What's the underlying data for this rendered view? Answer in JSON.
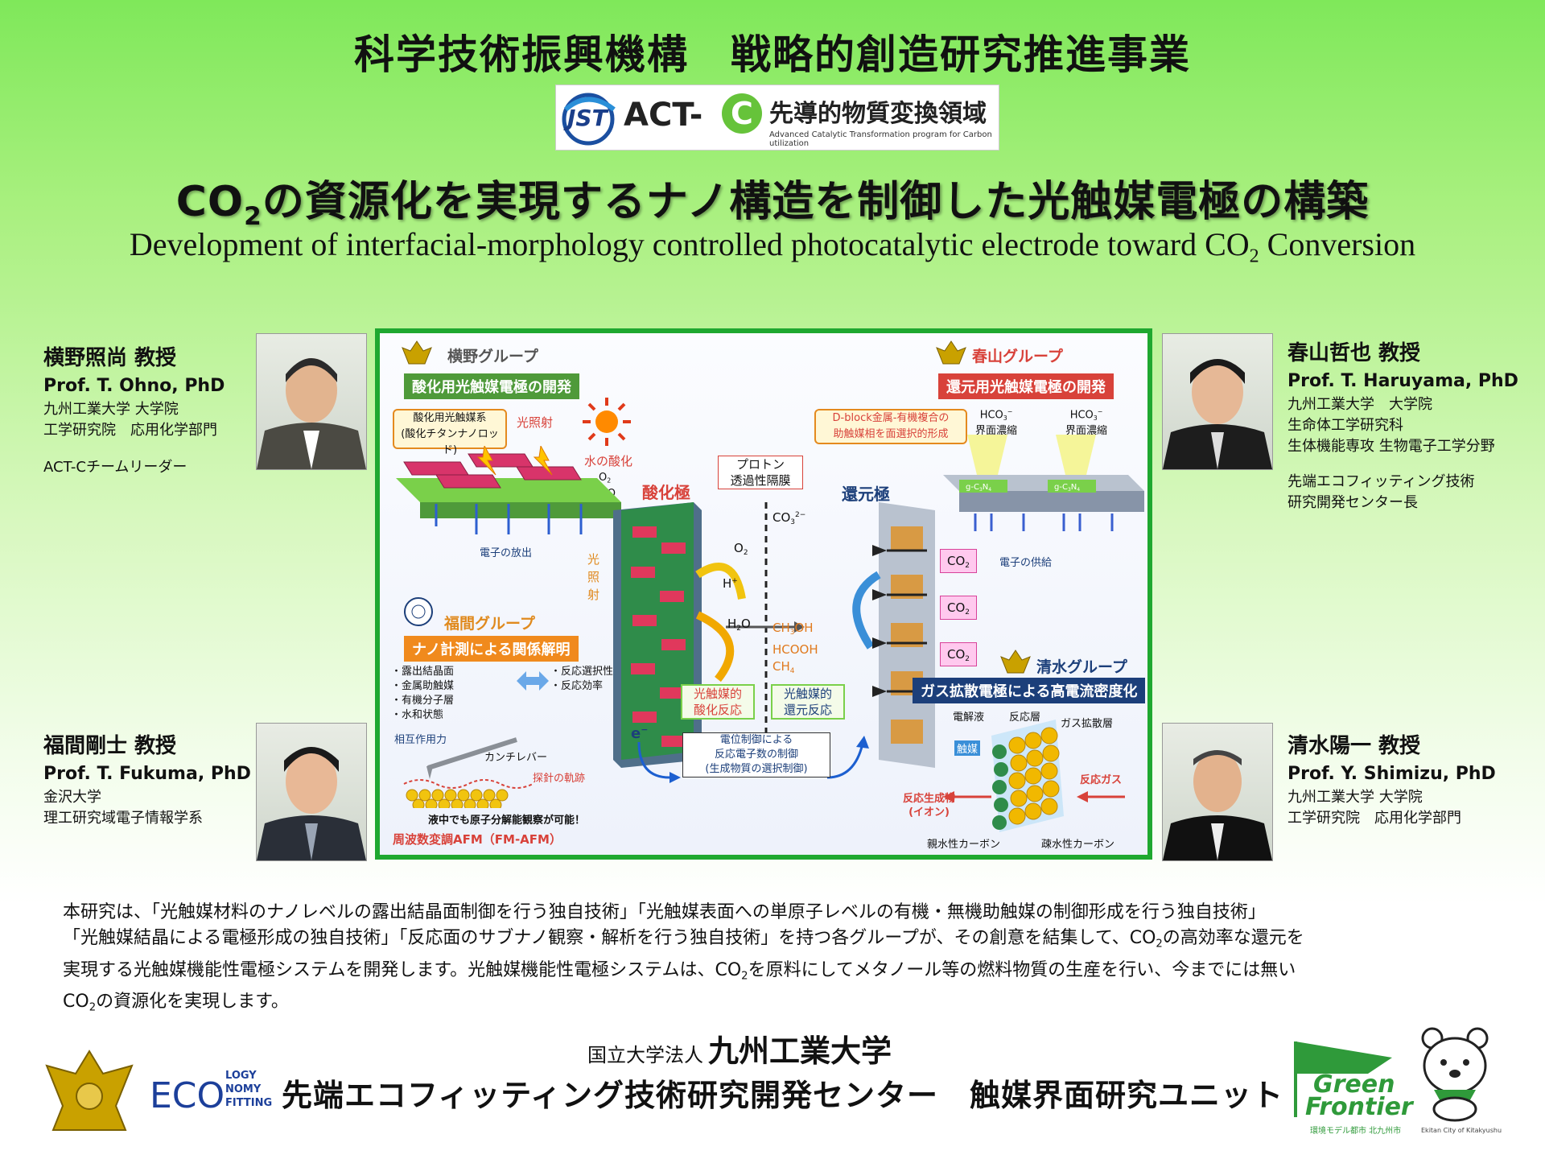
{
  "header": {
    "org": "科学技術振興機構　戦略的創造研究推進事業",
    "logo": {
      "jst": "JST",
      "act": "ACT-",
      "c": "C",
      "jp": "先導的物質変換領域",
      "en": "Advanced Catalytic Transformation program for Carbon utilization"
    },
    "title_jp_a": "CO",
    "title_jp_sub": "2",
    "title_jp_b": "の資源化を実現するナノ構造を制御した光触媒電極の構築",
    "title_en_a": "Development of interfacial-morphology controlled photocatalytic electrode toward CO",
    "title_en_sub": "2",
    "title_en_b": " Conversion"
  },
  "people": [
    {
      "name": "横野照尚 教授",
      "en": "Prof. T. Ohno, PhD",
      "aff1": "九州工業大学 大学院",
      "aff2": "工学研究院　応用化学部門",
      "aff3": "",
      "note": "ACT-Cチームリーダー",
      "note2": ""
    },
    {
      "name": "春山哲也 教授",
      "en": "Prof. T. Haruyama, PhD",
      "aff1": "九州工業大学　大学院",
      "aff2": "生命体工学研究科",
      "aff3": "生体機能専攻 生物電子工学分野",
      "note": "先端エコフィッティング技術",
      "note2": "研究開発センター長"
    },
    {
      "name": "福間剛士 教授",
      "en": "Prof. T. Fukuma, PhD",
      "aff1": "金沢大学",
      "aff2": "理工研究域電子情報学系",
      "aff3": "",
      "note": "",
      "note2": ""
    },
    {
      "name": "清水陽一 教授",
      "en": "Prof. Y. Shimizu, PhD",
      "aff1": "九州工業大学 大学院",
      "aff2": "工学研究院　応用化学部門",
      "aff3": "",
      "note": "",
      "note2": ""
    }
  ],
  "diagram": {
    "yokono_group": "横野グループ",
    "yokono_bar": "酸化用光触媒電極の開発",
    "ox_catalyst_1": "酸化用光触媒系",
    "ox_catalyst_2": "(酸化チタンナノロッド)",
    "light_1": "光照射",
    "water_ox": "水の酸化",
    "o2_top": "O",
    "h2o_top": "H",
    "e_release": "電子の放出",
    "proton_1": "プロトン",
    "proton_2": "透過性隔膜",
    "anode": "酸化極",
    "cathode": "還元極",
    "light_v": [
      "光",
      "照",
      "射"
    ],
    "o2": "O",
    "hplus": "H",
    "h2o": "H",
    "co3": "CO",
    "products": [
      "CH",
      "HCOOH",
      "CH"
    ],
    "photo_ox_1": "光触媒的",
    "photo_ox_2": "酸化反応",
    "photo_red_1": "光触媒的",
    "photo_red_2": "還元反応",
    "electron": "e",
    "control_1": "電位制御による",
    "control_2": "反応電子数の制御",
    "control_3": "(生成物質の選択制御)",
    "haruyama_group": "春山グループ",
    "haruyama_bar": "還元用光触媒電極の開発",
    "dblock_1": "D-block金属-有機複合の",
    "dblock_2": "助触媒相を面選択的形成",
    "hco3_a": "HCO",
    "hco3_b": "界面濃縮",
    "gcn": "g-C",
    "e_supply": "電子の供給",
    "co2": "CO",
    "fukuma_group": "福間グループ",
    "fukuma_bar": "ナノ計測による関係解明",
    "fk_list": [
      "・露出結晶面",
      "・金属助触媒",
      "・有機分子層",
      "・水和状態"
    ],
    "fk_res": [
      "・反応選択性",
      "・反応効率"
    ],
    "afm_force": "相互作用力",
    "cantilever": "カンチレバー",
    "trace": "探針の軌跡",
    "liquid": "液中でも原子分解能観察が可能！",
    "fmafm": "周波数変調AFM（FM-AFM）",
    "shimizu_group": "清水グループ",
    "shimizu_bar": "ガス拡散電極による高電流密度化",
    "electrolyte": "電解液",
    "reaction_layer": "反応層",
    "gas_layer": "ガス拡散層",
    "catalyst": "触媒",
    "product_ion_1": "反応生成物",
    "product_ion_2": "(イオン)",
    "reaction_gas": "反応ガス",
    "hydrophilic": "親水性カーボン",
    "hydrophobic": "疎水性カーボン",
    "colors": {
      "green": "#1fa830",
      "orange": "#f08a1d",
      "red": "#d8423a",
      "navy": "#1c3f7a",
      "pink": "#ff9edb"
    }
  },
  "body": {
    "l1": "本研究は、「光触媒材料のナノレベルの露出結晶面制御を行う独自技術」「光触媒表面への単原子レベルの有機・無機助触媒の制御形成を行う独自技術」",
    "l2a": "「光触媒結晶による電極形成の独自技術」「反応面のサブナノ観察・解析を行う独自技術」を持つ各グループが、その創意を結集して、CO",
    "l2b": "の高効率な還元を",
    "l3a": "実現する光触媒機能性電極システムを開発します。光触媒機能性電極システムは、CO",
    "l3b": "を原料にしてメタノール等の燃料物質の生産を行い、今までには無い",
    "l4a": "CO",
    "l4b": "の資源化を実現します。",
    "sub2": "2"
  },
  "footer": {
    "univ_pre": "国立大学法人",
    "univ": "九州工業大学",
    "center": "先端エコフィッティング技術研究開発センター　触媒界面研究ユニット",
    "eco": "ECO",
    "eco_words": [
      "LOGY",
      "NOMY",
      "FITTING"
    ],
    "green": "Green",
    "frontier": "Frontier",
    "green_sub": "環境モデル都市 北九州市",
    "mascot_sub": "Ekitan City of Kitakyushu"
  }
}
